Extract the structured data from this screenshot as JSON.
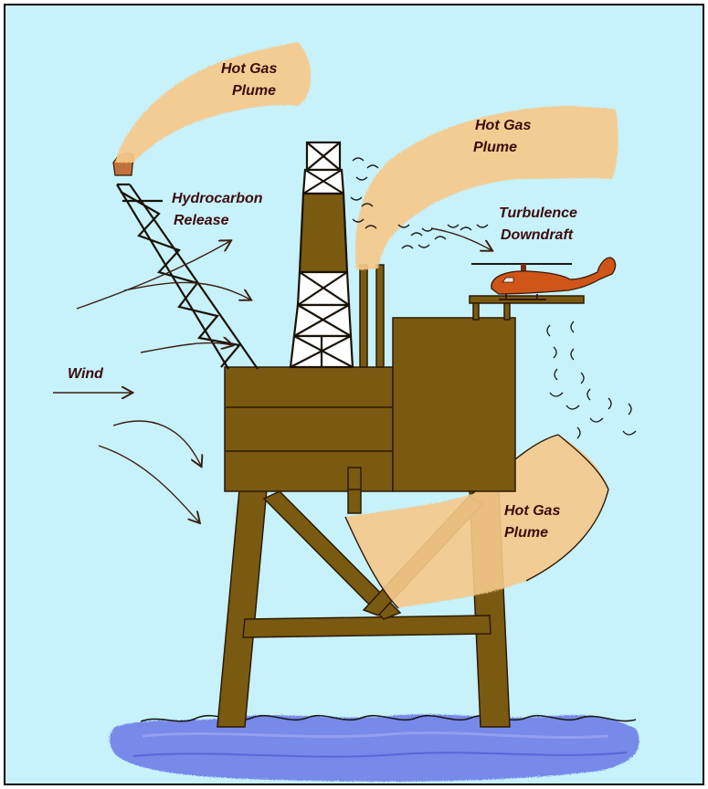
{
  "labels": {
    "plume_top_left": [
      "Hot Gas",
      "Plume"
    ],
    "plume_top_right": [
      "Hot Gas",
      "Plume"
    ],
    "plume_bottom": [
      "Hot Gas",
      "Plume"
    ],
    "hydrocarbon": [
      "Hydrocarbon",
      "Release"
    ],
    "turbulence": [
      "Turbulence",
      "Downdraft"
    ],
    "wind": "Wind"
  },
  "colors": {
    "sky": "#c7f1fb",
    "structure": "#7a5a10",
    "outline": "#2b1a05",
    "plume": "#f6c98a",
    "flare_tip": "#c2703c",
    "helicopter": "#d05518",
    "sea": "#6a78e6",
    "label_text": "#3c0c0c"
  },
  "icons": {
    "helicopter": "helicopter-icon"
  }
}
